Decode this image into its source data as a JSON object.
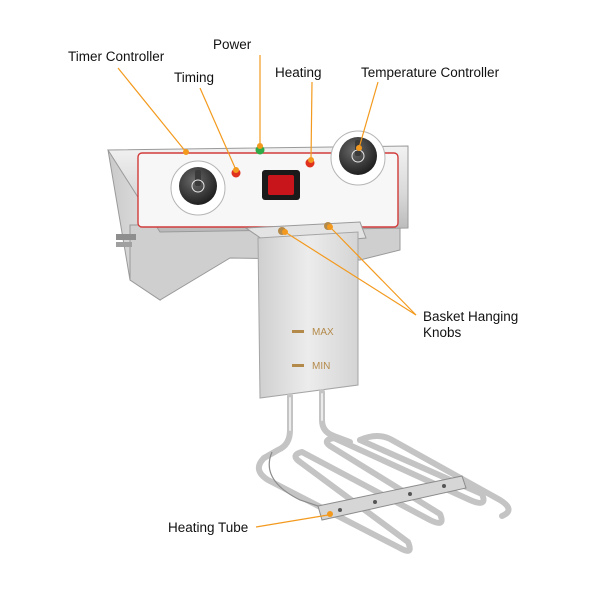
{
  "labels": {
    "timer_controller": "Timer Controller",
    "power": "Power",
    "timing": "Timing",
    "heating": "Heating",
    "temperature_controller": "Temperature Controller",
    "basket_hanging_knobs_line1": "Basket Hanging",
    "basket_hanging_knobs_line2": "Knobs",
    "heating_tube": "Heating Tube"
  },
  "panel_marks": {
    "max": "MAX",
    "min": "MIN"
  },
  "colors": {
    "leader_line": "#f39a1e",
    "steel_light": "#e8e8e8",
    "steel_dark": "#a9a9a9",
    "panel_border": "#d23b3b",
    "indicator_red": "#e0301e",
    "indicator_green": "#2eaa47",
    "switch_red": "#c8151b"
  }
}
